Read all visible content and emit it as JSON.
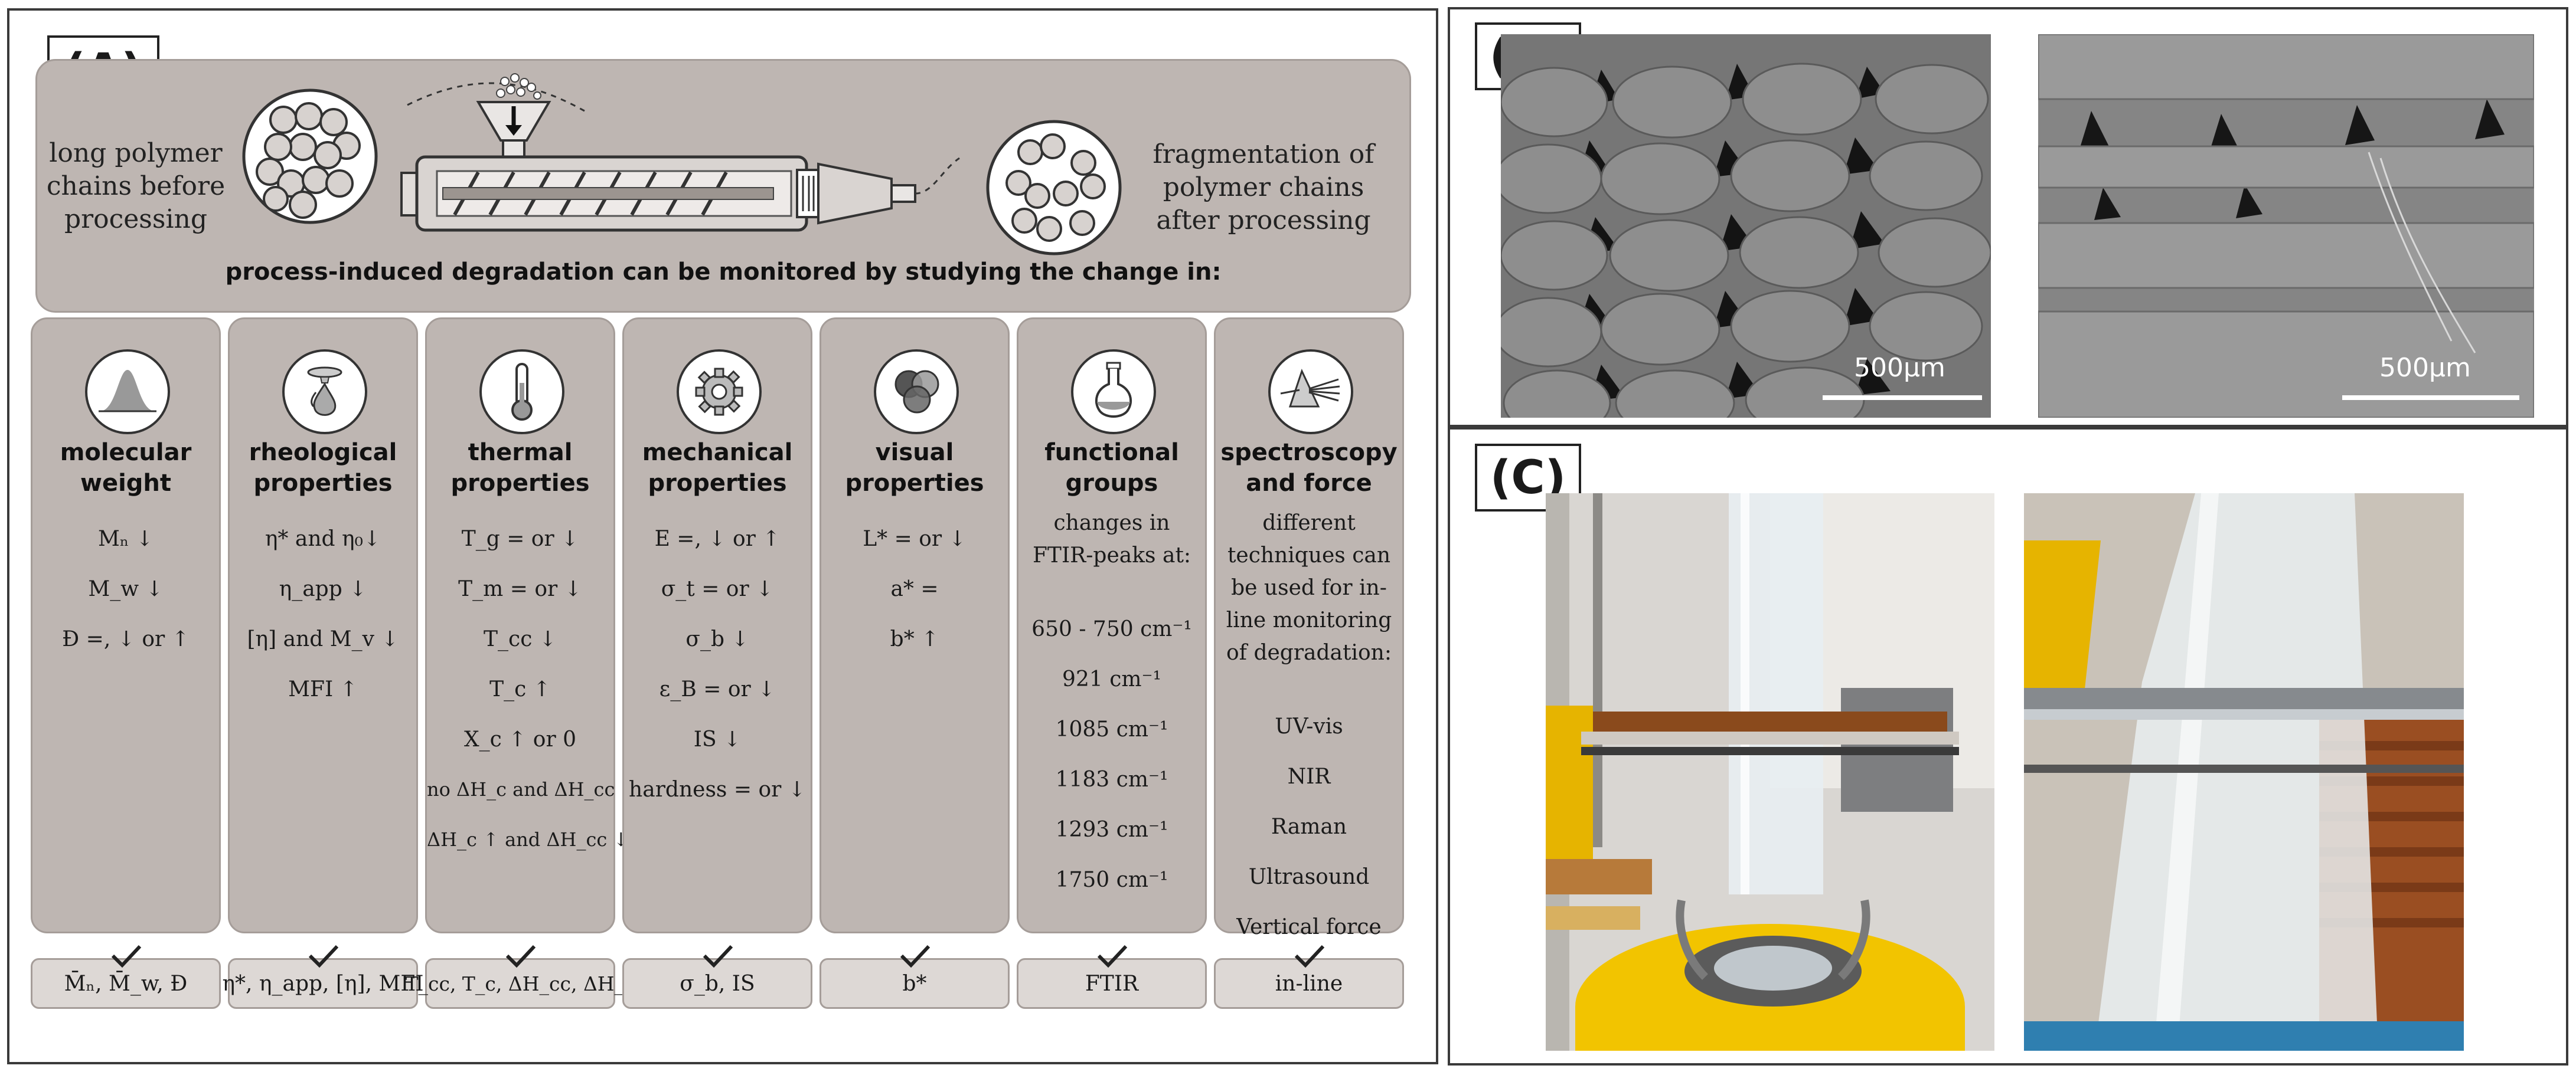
{
  "panel_a": {
    "label": "(A)",
    "left_text": "long polymer chains before processing",
    "right_text": "fragmentation of polymer chains after processing",
    "monitor_text": "process-induced degradation can be monitored by studying the change in:",
    "columns": [
      {
        "icon": "gaussian-curve-icon",
        "title": "molecular weight",
        "items": [
          "Mₙ ↓",
          "M_w ↓",
          "Đ =, ↓ or ↑"
        ],
        "summary": "M̄ₙ, M̄_w, Đ"
      },
      {
        "icon": "flow-drop-icon",
        "title": "rheological properties",
        "items": [
          "η* and η₀↓",
          "η_app ↓",
          "[η] and M_v ↓",
          "MFI ↑"
        ],
        "summary": "η*, η_app, [η], MFI"
      },
      {
        "icon": "thermometer-icon",
        "title": "thermal properties",
        "items": [
          "T_g = or ↓",
          "T_m = or ↓",
          "T_cc ↓",
          "T_c ↑",
          "X_c ↑ or 0",
          "no ΔH_c and ΔH_cc ↑",
          "ΔH_c ↑ and ΔH_cc ↓"
        ],
        "summary": "T_cc, T_c, ΔH_cc, ΔH_c"
      },
      {
        "icon": "gear-icon",
        "title": "mechanical properties",
        "items": [
          "E =, ↓ or ↑",
          "σ_t = or ↓",
          "σ_b ↓",
          "ε_B = or ↓",
          "IS ↓",
          "hardness = or ↓"
        ],
        "summary": "σ_b, IS"
      },
      {
        "icon": "color-circles-icon",
        "title": "visual properties",
        "items": [
          "L* = or ↓",
          "a* =",
          "b* ↑"
        ],
        "summary": "b*"
      },
      {
        "icon": "flask-icon",
        "title": "functional groups",
        "items": [
          "changes in",
          "FTIR-peaks at:",
          "650 - 750 cm⁻¹",
          "921 cm⁻¹",
          "1085 cm⁻¹",
          "1183 cm⁻¹",
          "1293 cm⁻¹",
          "1750 cm⁻¹"
        ],
        "summary": "FTIR"
      },
      {
        "icon": "prism-icon",
        "title": "spectroscopy and force",
        "items": [
          "different",
          "techniques can",
          "be used for in-",
          "line monitoring",
          "of degradation:",
          "UV-vis",
          "NIR",
          "Raman",
          "Ultrasound",
          "Vertical force"
        ],
        "summary": "in-line"
      }
    ]
  },
  "panel_b": {
    "label": "(B)",
    "scale_left": "500μm",
    "scale_right": "500μm"
  },
  "panel_c": {
    "label": "(C)"
  },
  "colors": {
    "band": "#beb6b2",
    "summary": "#ddd8d5",
    "border": "#3a3a3a",
    "machine_yellow": "#f2c400"
  }
}
